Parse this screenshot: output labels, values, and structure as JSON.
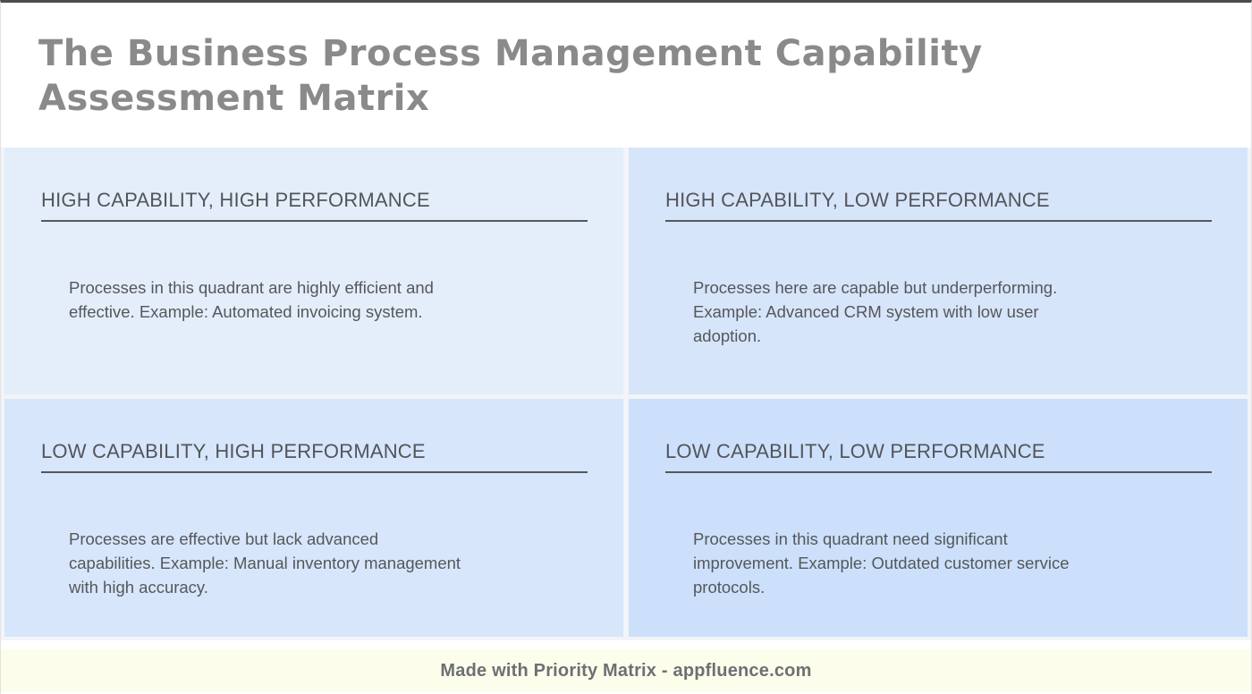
{
  "page": {
    "title": "The Business Process Management Capability Assessment Matrix"
  },
  "matrix": {
    "quadrants": [
      {
        "id": "high-capability-high-performance",
        "title": "HIGH CAPABILITY, HIGH PERFORMANCE",
        "description": "Processes in this quadrant are highly efficient and effective. Example: Automated invoicing system.",
        "bg": "#e4eefb"
      },
      {
        "id": "high-capability-low-performance",
        "title": "HIGH CAPABILITY, LOW PERFORMANCE",
        "description": "Processes here are capable but underperforming. Example: Advanced CRM system with low user adoption.",
        "bg": "#d6e5fa"
      },
      {
        "id": "low-capability-high-performance",
        "title": "LOW CAPABILITY, HIGH PERFORMANCE",
        "description": "Processes are effective but lack advanced capabilities. Example: Manual inventory management with high accuracy.",
        "bg": "#d7e6fb"
      },
      {
        "id": "low-capability-low-performance",
        "title": "LOW CAPABILITY, LOW PERFORMANCE",
        "description": "Processes in this quadrant need significant improvement. Example: Outdated customer service protocols.",
        "bg": "#cce0fb"
      }
    ]
  },
  "footer": {
    "text": "Made with Priority Matrix - appfluence.com",
    "bg": "#fdfdeb"
  },
  "colors": {
    "title_text": "#8a8a8a",
    "heading_text": "#53555a",
    "heading_underline": "#55585c",
    "body_text": "#55575a",
    "grid_gap": "#f2f4f7",
    "top_border": "#4d4d4d"
  }
}
